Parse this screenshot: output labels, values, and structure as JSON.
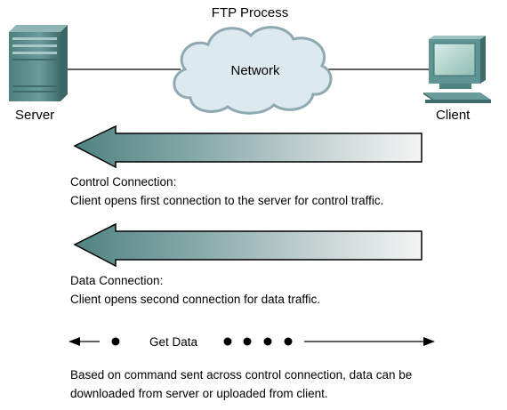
{
  "title": "FTP Process",
  "network": {
    "label": "Network"
  },
  "server": {
    "label": "Server"
  },
  "client": {
    "label": "Client"
  },
  "control_connection": {
    "heading": "Control Connection:",
    "description": "Client opens first connection to the server for control traffic."
  },
  "data_connection": {
    "heading": "Data Connection:",
    "description": "Client opens second connection for data traffic."
  },
  "get_data": {
    "label": "Get Data"
  },
  "footer": {
    "line1": "Based on command sent across control connection, data can be",
    "line2": "downloaded from server or uploaded from client."
  },
  "colors": {
    "arrow_dark": "#5a8a89",
    "arrow_light": "#f2f2f2",
    "cloud_fill": "#dce9ef",
    "cloud_stroke": "#8ea9b2",
    "device_teal": "#5e9493"
  }
}
